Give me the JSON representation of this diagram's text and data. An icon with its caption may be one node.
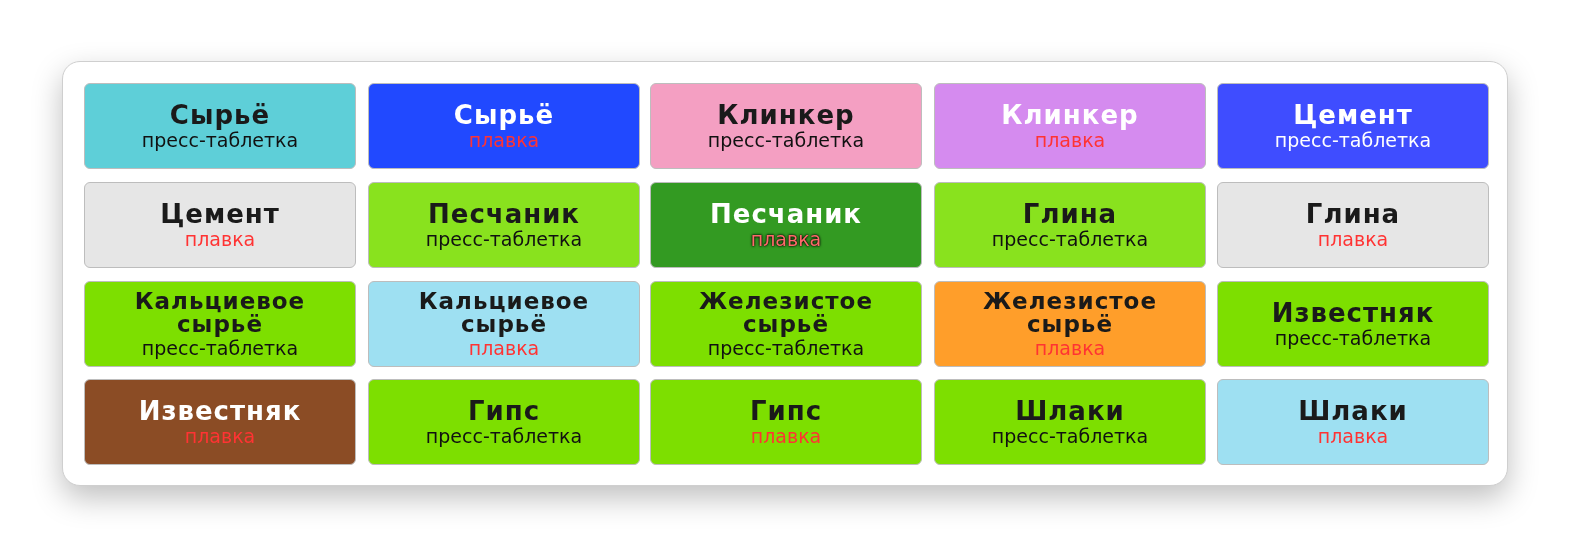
{
  "diagram": {
    "nodes": [
      {
        "text": [
          "Сырьё",
          "пресс-таблетка"
        ]
      },
      {
        "text": [
          "Сырьё",
          "плавка"
        ]
      },
      {
        "text": [
          "Клинкер",
          "пресс-таблетка"
        ]
      },
      {
        "text": [
          "Клинкер",
          "плавка"
        ]
      },
      {
        "text": [
          "Цемент",
          "пресс-таблетка"
        ]
      },
      {
        "text": [
          "Цемент",
          "плавка"
        ]
      },
      {
        "text": [
          "Песчаник",
          "пресс-таблетка"
        ]
      },
      {
        "text": [
          "Песчаник",
          "плавка"
        ]
      },
      {
        "text": [
          "Глина",
          "пресс-таблетка"
        ]
      },
      {
        "text": [
          "Глина",
          "плавка"
        ]
      },
      {
        "text": [
          "Кальциевое сырьё",
          "пресс-таблетка"
        ]
      },
      {
        "text": [
          "Кальциевое сырьё",
          "плавка"
        ]
      },
      {
        "text": [
          "Железистое сырьё",
          "пресс-таблетка"
        ]
      },
      {
        "text": [
          "Железистое сырьё",
          "плавка"
        ]
      },
      {
        "text": [
          "Известняк",
          "пресс-таблетка"
        ]
      },
      {
        "text": [
          "Известняк",
          "плавка"
        ]
      },
      {
        "text": [
          "Гипс",
          "пресс-таблетка"
        ]
      },
      {
        "text": [
          "Гипс",
          "плавка"
        ]
      },
      {
        "text": [
          "Шлаки",
          "пресс-таблетка"
        ]
      },
      {
        "text": [
          "Шлаки",
          "плавка"
        ]
      }
    ]
  }
}
